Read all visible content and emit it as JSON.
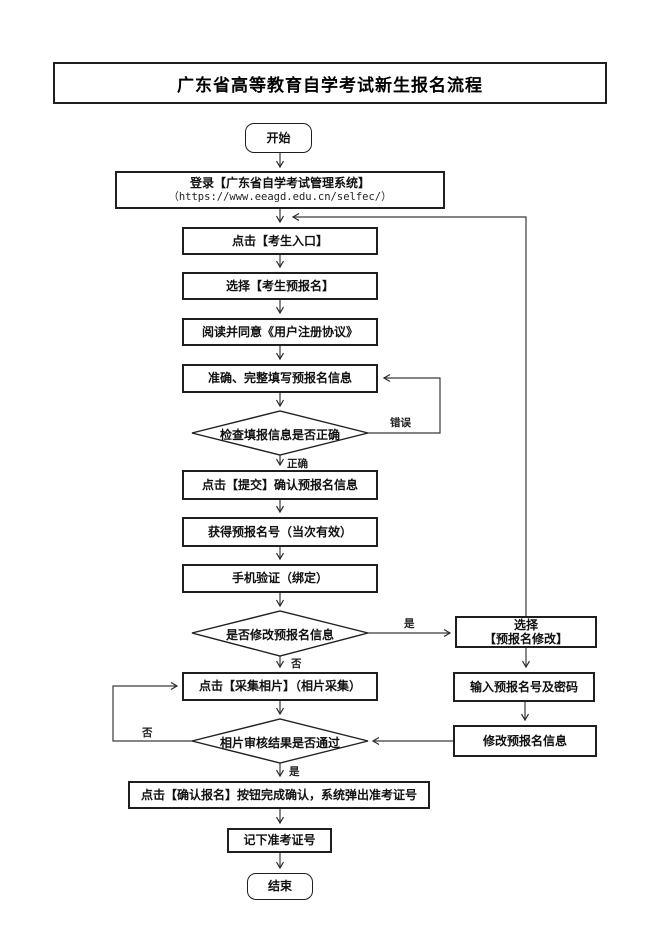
{
  "page": {
    "title": "广东省高等教育自学考试新生报名流程"
  },
  "nodes": {
    "start": "开始",
    "login": {
      "line1": "登录【广东省自学考试管理系统】",
      "line2": "（https://www.eeagd.edu.cn/selfec/）"
    },
    "click_entrance": "点击【考生入口】",
    "select_preregistration": "选择【考生预报名】",
    "agree_agreement": "阅读并同意《用户注册协议》",
    "fill_info": "准确、完整填写预报名信息",
    "check_info_decision": "检查填报信息是否正确",
    "submit_confirm": "点击【提交】确认预报名信息",
    "get_number": "获得预报名号（当次有效）",
    "phone_verify": "手机验证（绑定）",
    "modify_decision": "是否修改预报名信息",
    "collect_photo": "点击【采集相片】（相片采集）",
    "photo_review_decision": "相片审核结果是否通过",
    "confirm_registration": "点击【确认报名】按钮完成确认，系统弹出准考证号",
    "note_number": "记下准考证号",
    "end": "结束",
    "select_modify": {
      "line1": "选择",
      "line2": "【预报名修改】"
    },
    "enter_credentials": "输入预报名号及密码",
    "modify_info": "修改预报名信息"
  },
  "edge_labels": {
    "error": "错误",
    "correct": "正确",
    "modify_yes": "是",
    "modify_no": "否",
    "photo_no": "否",
    "photo_yes": "是"
  },
  "colors": {
    "ink": "#1f1f1f",
    "line": "#3a3a3a",
    "background": "#ffffff"
  }
}
